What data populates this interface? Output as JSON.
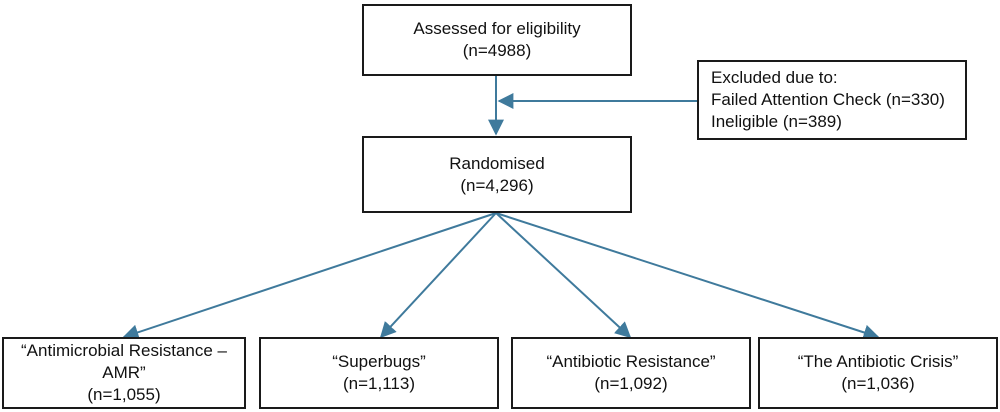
{
  "eligibility": {
    "line1": "Assessed for eligibility",
    "line2": "(n=4988)"
  },
  "excluded": {
    "heading": "Excluded due to:",
    "items": [
      "Failed Attention Check (n=330)",
      "Ineligible (n=389)"
    ]
  },
  "randomised": {
    "line1": "Randomised",
    "line2": "(n=4,296)"
  },
  "arms": [
    {
      "line1": "“Antimicrobial Resistance –",
      "line2": "AMR”",
      "line3": "(n=1,055)"
    },
    {
      "line1": "“Superbugs”",
      "line2": "(n=1,113)"
    },
    {
      "line1": "“Antibiotic Resistance”",
      "line2": "(n=1,092)"
    },
    {
      "line1": "“The Antibiotic Crisis”",
      "line2": "(n=1,036)"
    }
  ],
  "colors": {
    "arrow": "#3f7a9c",
    "border": "#1a1a1a"
  }
}
